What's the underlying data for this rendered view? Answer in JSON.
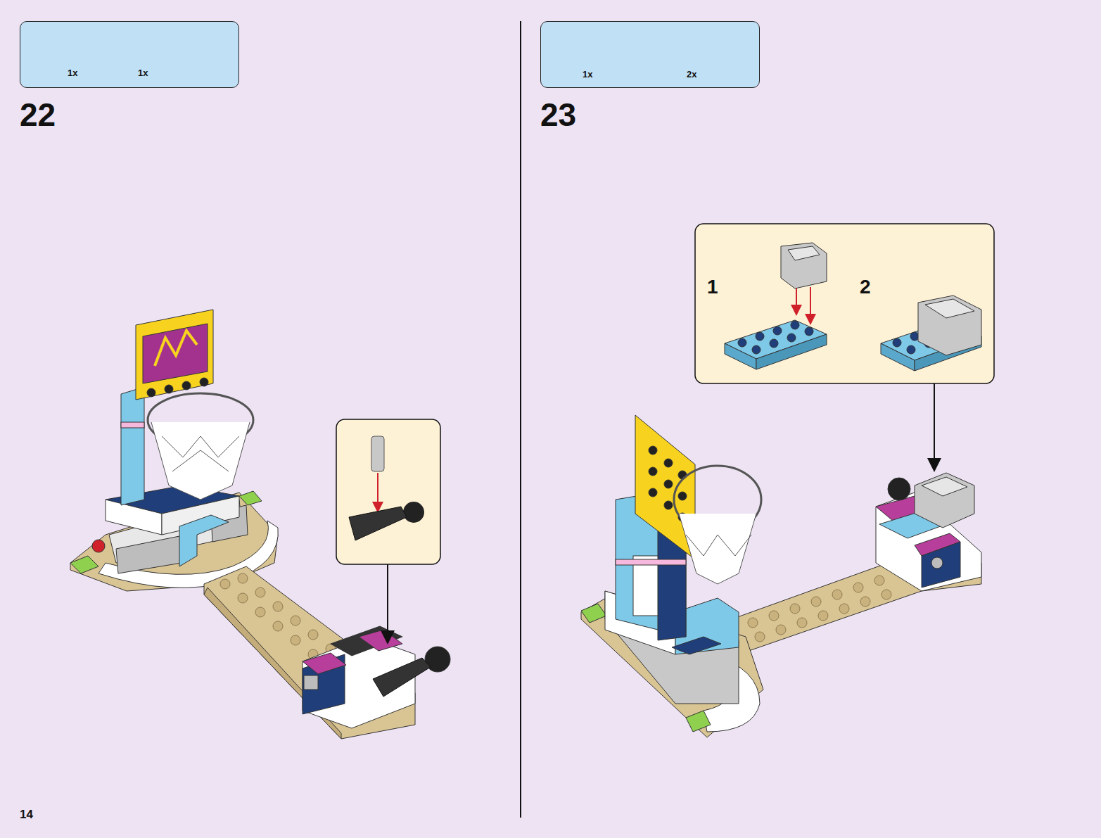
{
  "diagram": {
    "nodes": [
      {
        "text": [
          "1x",
          "1x"
        ]
      },
      {
        "text": [
          "1x",
          "2x"
        ]
      },
      {
        "text": [
          "1",
          "2"
        ]
      }
    ],
    "labels": [
      "22",
      "23",
      "14"
    ]
  }
}
